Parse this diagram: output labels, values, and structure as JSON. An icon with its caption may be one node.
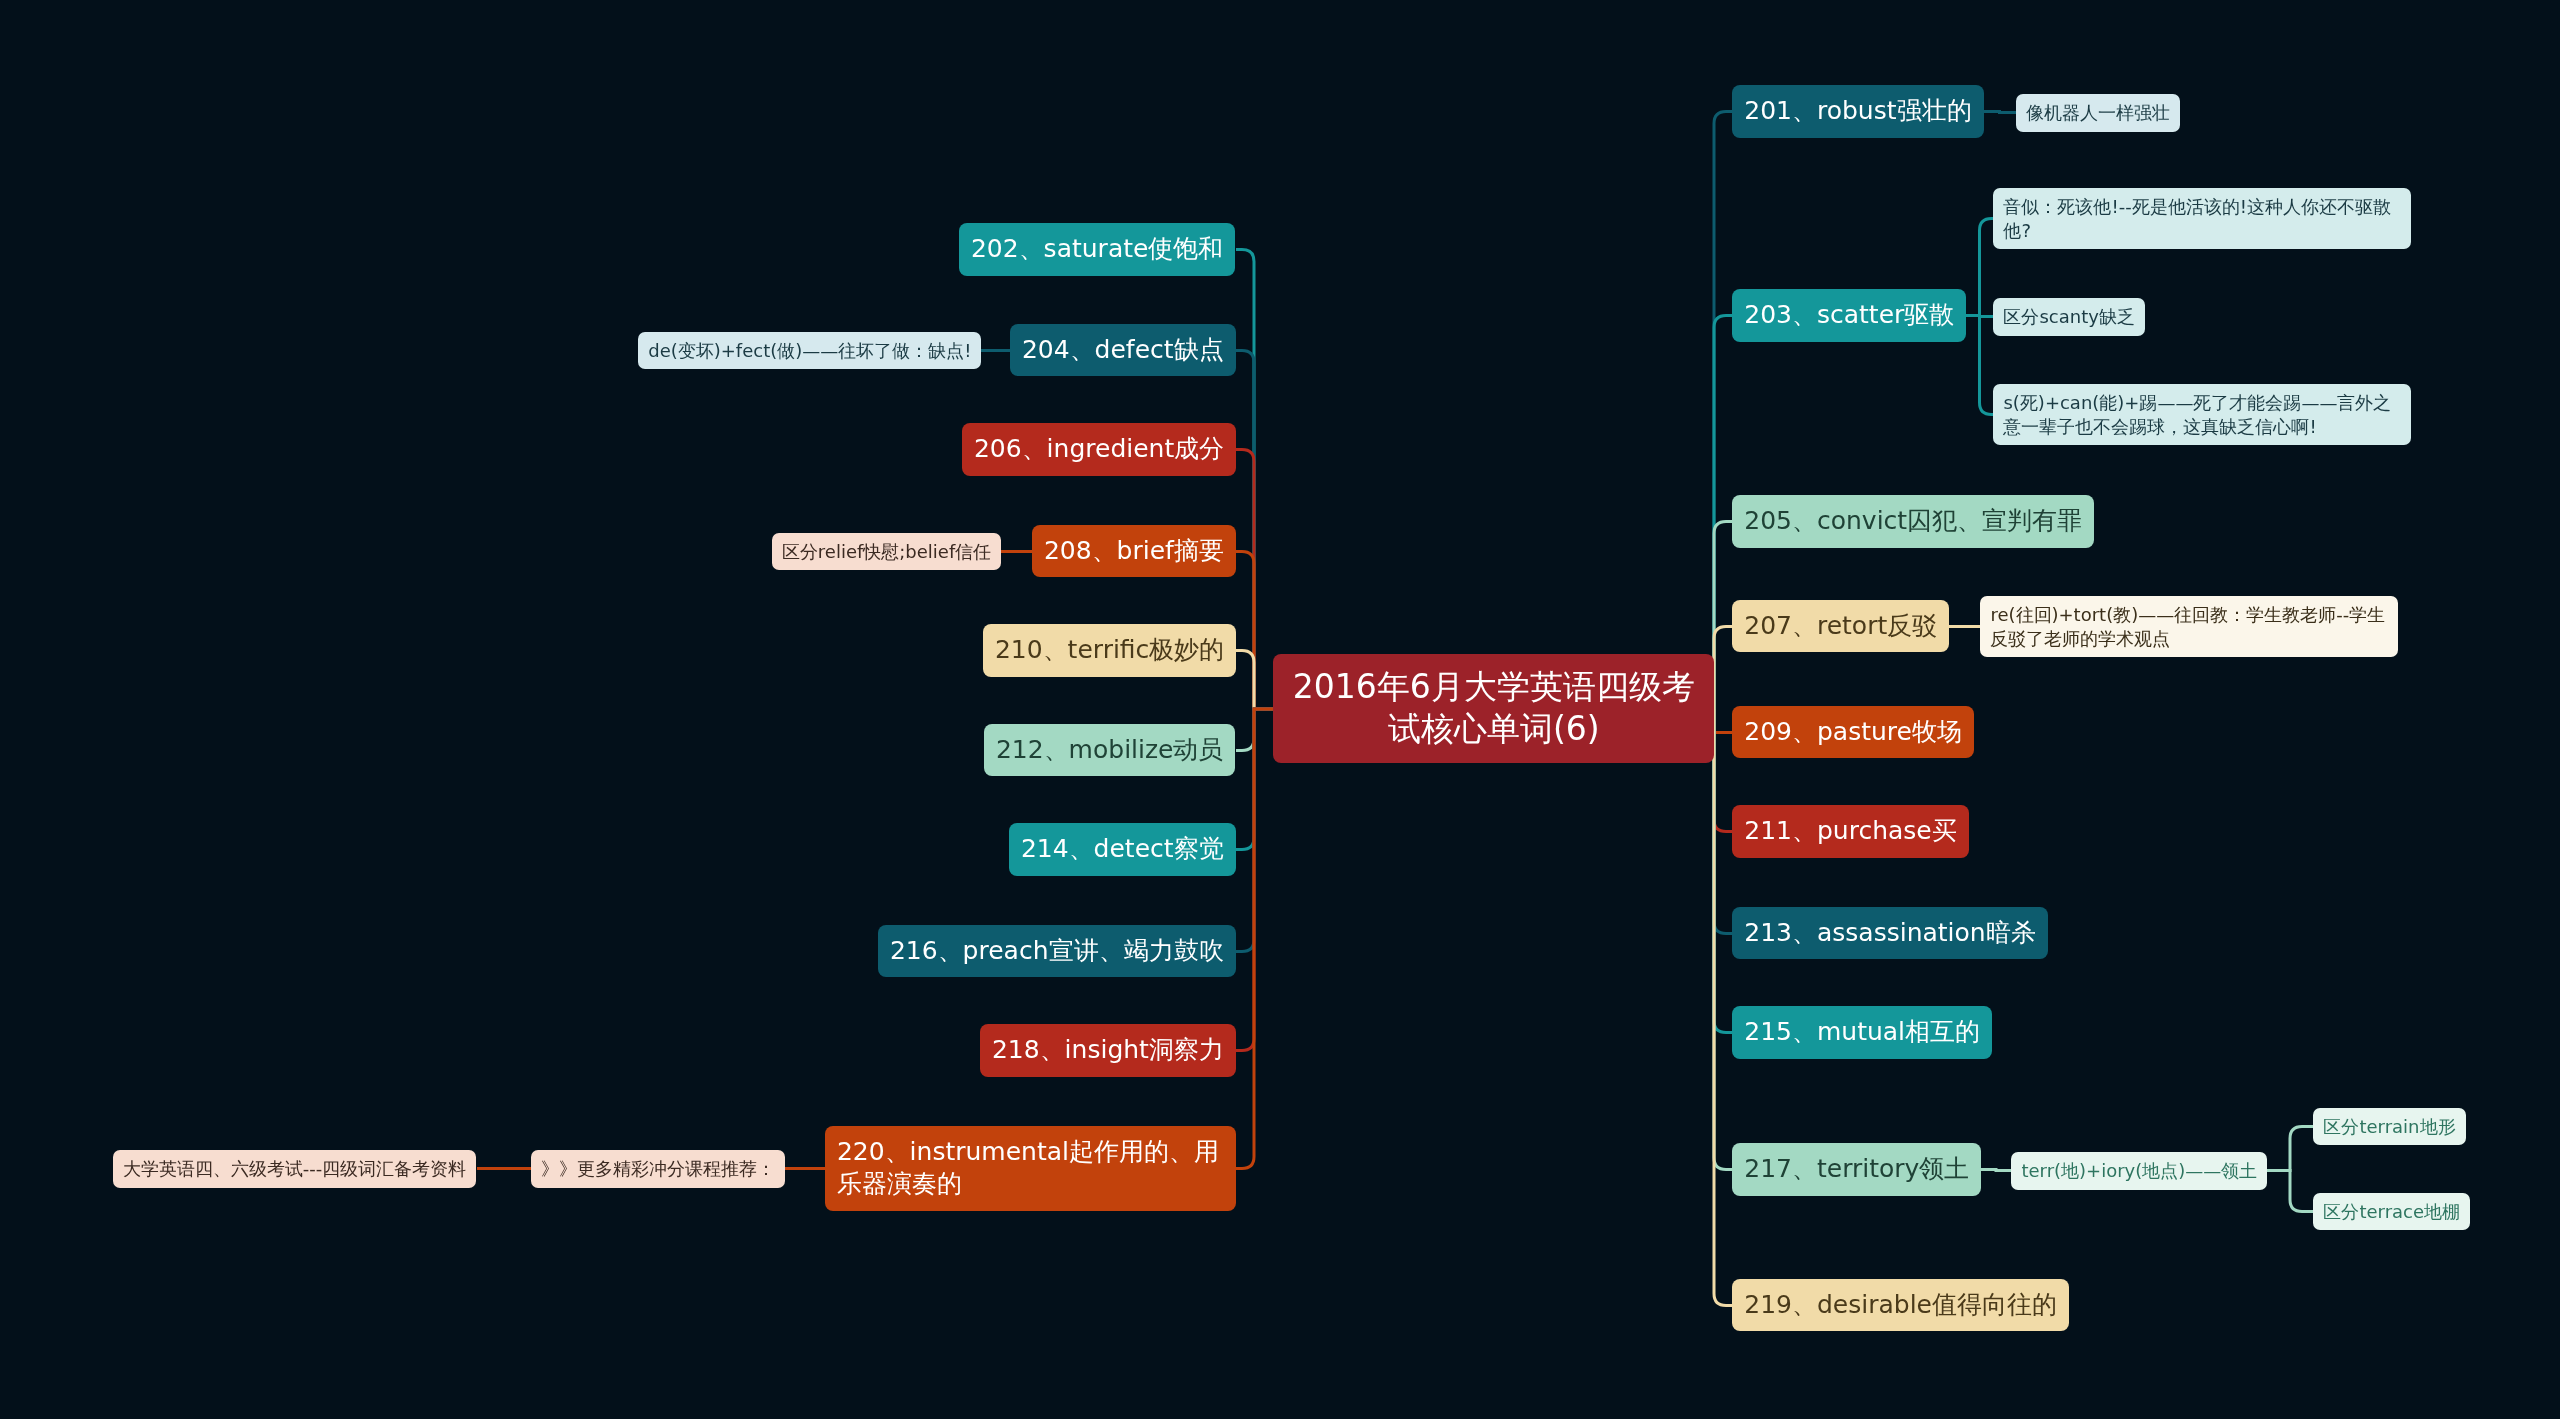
{
  "diagram": {
    "nodes": [
      {
        "text": [
          "2016年6月大学英语四级考试核心单词(6)"
        ]
      },
      {
        "text": [
          "201、robust强壮的"
        ]
      },
      {
        "text": [
          "像机器人一样强壮"
        ]
      },
      {
        "text": [
          "203、scatter驱散"
        ]
      },
      {
        "text": [
          "音似：死该他!--死是他活该的!这种人你还不驱散他?"
        ]
      },
      {
        "text": [
          "区分scanty缺乏"
        ]
      },
      {
        "text": [
          "s(死)+can(能)+踢——死了才能会踢——言外之意一辈子也不会踢球，这真缺乏信心啊!"
        ]
      },
      {
        "text": [
          "205、convict囚犯、宣判有罪"
        ]
      },
      {
        "text": [
          "207、retort反驳"
        ]
      },
      {
        "text": [
          "re(往回)+tort(教)——往回教：学生教老师--学生反驳了老师的学术观点"
        ]
      },
      {
        "text": [
          "209、pasture牧场"
        ]
      },
      {
        "text": [
          "211、purchase买"
        ]
      },
      {
        "text": [
          "213、assassination暗杀"
        ]
      },
      {
        "text": [
          "215、mutual相互的"
        ]
      },
      {
        "text": [
          "217、territory领土"
        ]
      },
      {
        "text": [
          "terr(地)+iory(地点)——领土"
        ]
      },
      {
        "text": [
          "区分terrain地形"
        ]
      },
      {
        "text": [
          "区分terrace地棚"
        ]
      },
      {
        "text": [
          "219、desirable值得向往的"
        ]
      },
      {
        "text": [
          "202、saturate使饱和"
        ]
      },
      {
        "text": [
          "204、defect缺点"
        ]
      },
      {
        "text": [
          "de(变坏)+fect(做)——往坏了做：缺点!"
        ]
      },
      {
        "text": [
          "206、ingredient成分"
        ]
      },
      {
        "text": [
          "208、brief摘要"
        ]
      },
      {
        "text": [
          "区分relief快慰;belief信任"
        ]
      },
      {
        "text": [
          "210、terrific极妙的"
        ]
      },
      {
        "text": [
          "212、mobilize动员"
        ]
      },
      {
        "text": [
          "214、detect察觉"
        ]
      },
      {
        "text": [
          "216、preach宣讲、竭力鼓吹"
        ]
      },
      {
        "text": [
          "218、insight洞察力"
        ]
      },
      {
        "text": [
          "220、instrumental起作用的、用乐器演奏的"
        ]
      },
      {
        "text": [
          "》》更多精彩冲分课程推荐："
        ]
      },
      {
        "text": [
          "大学英语四、六级考试---四级词汇备考资料"
        ]
      }
    ],
    "edges": [
      {
        "from": 0,
        "to": 1,
        "arrow": "none",
        "color": "#0d5c6e"
      },
      {
        "from": 1,
        "to": 2,
        "arrow": "none",
        "color": "#0d5c6e"
      },
      {
        "from": 0,
        "to": 3,
        "arrow": "none",
        "color": "#14979a"
      },
      {
        "from": 3,
        "to": 4,
        "arrow": "none",
        "color": "#14979a"
      },
      {
        "from": 3,
        "to": 5,
        "arrow": "none",
        "color": "#14979a"
      },
      {
        "from": 3,
        "to": 6,
        "arrow": "none",
        "color": "#14979a"
      },
      {
        "from": 0,
        "to": 7,
        "arrow": "none",
        "color": "#a3d9c3"
      },
      {
        "from": 0,
        "to": 8,
        "arrow": "none",
        "color": "#f1dba8"
      },
      {
        "from": 8,
        "to": 9,
        "arrow": "none",
        "color": "#f1dba8"
      },
      {
        "from": 0,
        "to": 10,
        "arrow": "none",
        "color": "#c2420c"
      },
      {
        "from": 0,
        "to": 11,
        "arrow": "none",
        "color": "#b42a1d"
      },
      {
        "from": 0,
        "to": 12,
        "arrow": "none",
        "color": "#0d5c6e"
      },
      {
        "from": 0,
        "to": 13,
        "arrow": "none",
        "color": "#14979a"
      },
      {
        "from": 0,
        "to": 14,
        "arrow": "none",
        "color": "#a3d9c3"
      },
      {
        "from": 14,
        "to": 15,
        "arrow": "none",
        "color": "#a3d9c3"
      },
      {
        "from": 15,
        "to": 16,
        "arrow": "none",
        "color": "#a3d9c3"
      },
      {
        "from": 15,
        "to": 17,
        "arrow": "none",
        "color": "#a3d9c3"
      },
      {
        "from": 0,
        "to": 18,
        "arrow": "none",
        "color": "#f1dba8"
      },
      {
        "from": 0,
        "to": 19,
        "arrow": "none",
        "color": "#14979a"
      },
      {
        "from": 0,
        "to": 20,
        "arrow": "none",
        "color": "#0d5c6e"
      },
      {
        "from": 20,
        "to": 21,
        "arrow": "none",
        "color": "#0d5c6e"
      },
      {
        "from": 0,
        "to": 22,
        "arrow": "none",
        "color": "#b42a1d"
      },
      {
        "from": 0,
        "to": 23,
        "arrow": "none",
        "color": "#c2420c"
      },
      {
        "from": 23,
        "to": 24,
        "arrow": "none",
        "color": "#c2420c"
      },
      {
        "from": 0,
        "to": 25,
        "arrow": "none",
        "color": "#f1dba8"
      },
      {
        "from": 0,
        "to": 26,
        "arrow": "none",
        "color": "#a3d9c3"
      },
      {
        "from": 0,
        "to": 27,
        "arrow": "none",
        "color": "#14979a"
      },
      {
        "from": 0,
        "to": 28,
        "arrow": "none",
        "color": "#0d5c6e"
      },
      {
        "from": 0,
        "to": 29,
        "arrow": "none",
        "color": "#b42a1d"
      },
      {
        "from": 0,
        "to": 30,
        "arrow": "none",
        "color": "#c2420c"
      },
      {
        "from": 30,
        "to": 31,
        "arrow": "none",
        "color": "#c2420c"
      },
      {
        "from": 31,
        "to": 32,
        "arrow": "none",
        "color": "#c2420c"
      }
    ]
  }
}
